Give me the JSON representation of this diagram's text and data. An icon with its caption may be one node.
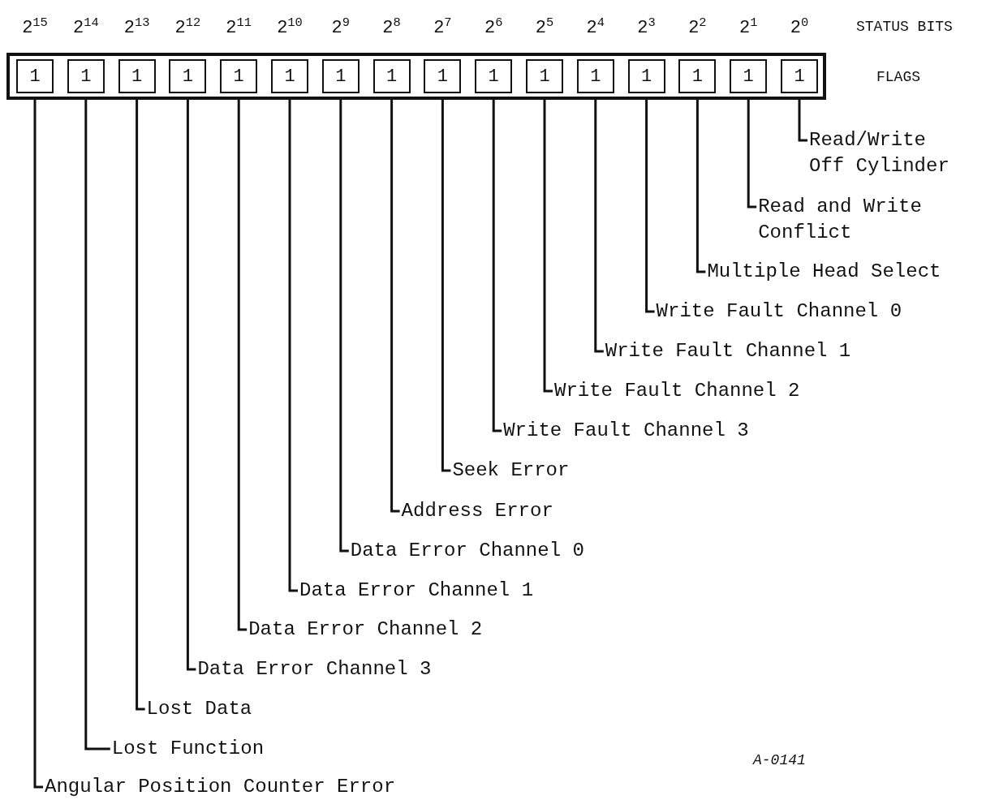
{
  "diagram": {
    "nodes": [
      {
        "text": [],
        "shape": "bar"
      },
      {
        "text": [
          "1"
        ],
        "in": 0
      },
      {
        "text": [
          "1"
        ],
        "in": 0
      },
      {
        "text": [
          "1"
        ],
        "in": 0
      },
      {
        "text": [
          "1"
        ],
        "in": 0
      },
      {
        "text": [
          "1"
        ],
        "in": 0
      },
      {
        "text": [
          "1"
        ],
        "in": 0
      },
      {
        "text": [
          "1"
        ],
        "in": 0
      },
      {
        "text": [
          "1"
        ],
        "in": 0
      },
      {
        "text": [
          "1"
        ],
        "in": 0
      },
      {
        "text": [
          "1"
        ],
        "in": 0
      },
      {
        "text": [
          "1"
        ],
        "in": 0
      },
      {
        "text": [
          "1"
        ],
        "in": 0
      },
      {
        "text": [
          "1"
        ],
        "in": 0
      },
      {
        "text": [
          "1"
        ],
        "in": 0
      },
      {
        "text": [
          "1"
        ],
        "in": 0
      },
      {
        "text": [
          "1"
        ],
        "in": 0
      },
      {
        "text": [
          "Read/Write Off Cylinder"
        ]
      },
      {
        "text": [
          "Read and Write Conflict"
        ]
      },
      {
        "text": [
          "Multiple Head Select"
        ]
      },
      {
        "text": [
          "Write Fault Channel 0"
        ]
      },
      {
        "text": [
          "Write Fault Channel 1"
        ]
      },
      {
        "text": [
          "Write Fault Channel 2"
        ]
      },
      {
        "text": [
          "Write Fault Channel 3"
        ]
      },
      {
        "text": [
          "Seek Error"
        ]
      },
      {
        "text": [
          "Address Error"
        ]
      },
      {
        "text": [
          "Data Error Channel 0"
        ]
      },
      {
        "text": [
          "Data Error Channel 1"
        ]
      },
      {
        "text": [
          "Data Error Channel 2"
        ]
      },
      {
        "text": [
          "Data Error Channel 3"
        ]
      },
      {
        "text": [
          "Lost Data"
        ]
      },
      {
        "text": [
          "Lost Function"
        ]
      },
      {
        "text": [
          "Angular Position Counter Error"
        ]
      }
    ],
    "edges": [
      {
        "from": 17,
        "to": 16,
        "arrow": "none"
      },
      {
        "from": 18,
        "to": 15,
        "arrow": "none"
      },
      {
        "from": 19,
        "to": 14,
        "arrow": "none"
      },
      {
        "from": 20,
        "to": 13,
        "arrow": "none"
      },
      {
        "from": 21,
        "to": 12,
        "arrow": "none"
      },
      {
        "from": 22,
        "to": 11,
        "arrow": "none"
      },
      {
        "from": 23,
        "to": 10,
        "arrow": "none"
      },
      {
        "from": 24,
        "to": 9,
        "arrow": "none"
      },
      {
        "from": 25,
        "to": 8,
        "arrow": "none"
      },
      {
        "from": 26,
        "to": 7,
        "arrow": "none"
      },
      {
        "from": 27,
        "to": 6,
        "arrow": "none"
      },
      {
        "from": 28,
        "to": 5,
        "arrow": "none"
      },
      {
        "from": 29,
        "to": 4,
        "arrow": "none"
      },
      {
        "from": 30,
        "to": 3,
        "arrow": "none"
      },
      {
        "from": 31,
        "to": 2,
        "arrow": "none"
      },
      {
        "from": 32,
        "to": 1,
        "arrow": "none"
      }
    ],
    "labels": [
      "2$^{15}$",
      "2$^{14}$",
      "2$^{13}$",
      "2$^{12}$",
      "2$^{11}$",
      "2$^{10}$",
      "2$^{9}$",
      "2$^{8}$",
      "2$^{7}$",
      "2$^{6}$",
      "2$^{5}$",
      "2$^{4}$",
      "2$^{3}$",
      "2$^{2}$",
      "2$^{1}$",
      "2$^{0}$",
      "STATUS BITS",
      "FLAGS",
      "A-0141"
    ]
  }
}
